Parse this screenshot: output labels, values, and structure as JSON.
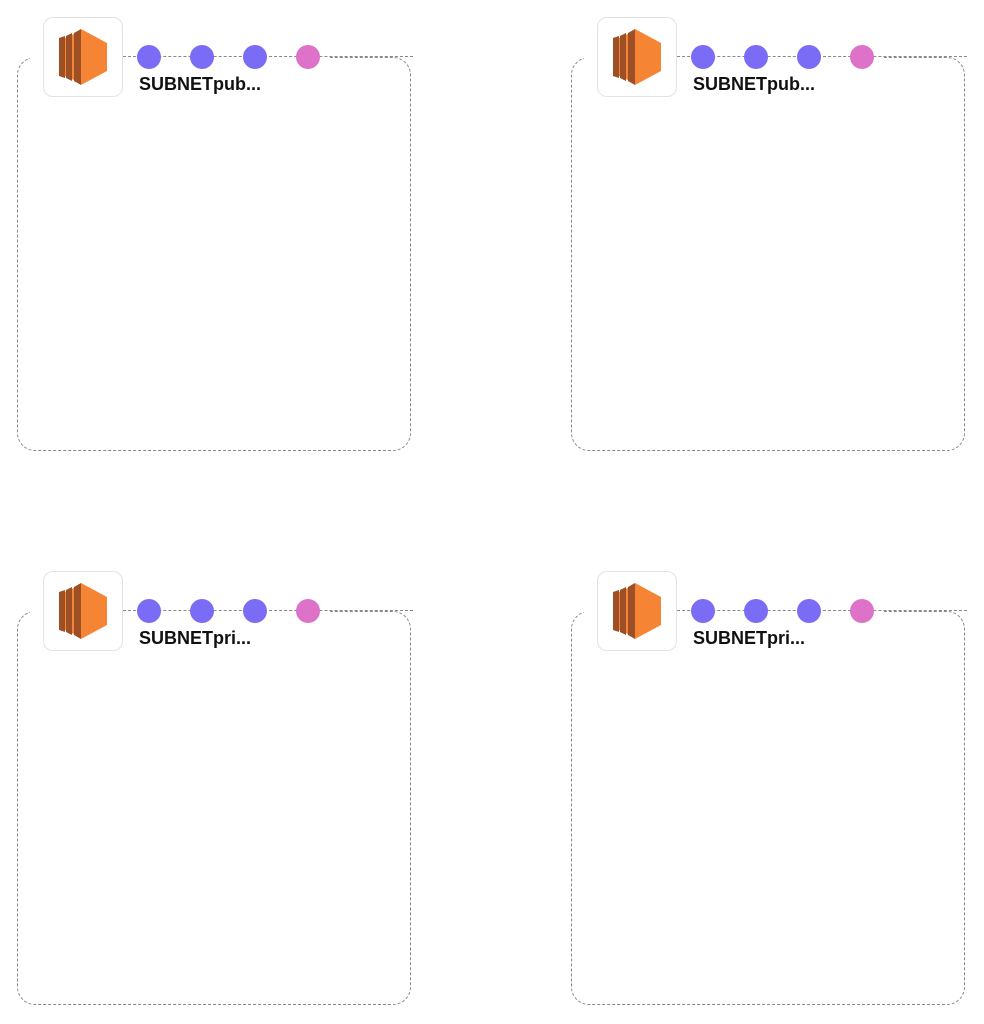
{
  "colors": {
    "port": "#7b6cf6",
    "port_alt": "#dd72c8",
    "ec2": "#f58534"
  },
  "icon": "aws-ec2-icon",
  "groups": [
    {
      "label": "SUBNETpub..."
    },
    {
      "label": "SUBNETpub..."
    },
    {
      "label": "SUBNETpri..."
    },
    {
      "label": "SUBNETpri..."
    }
  ]
}
